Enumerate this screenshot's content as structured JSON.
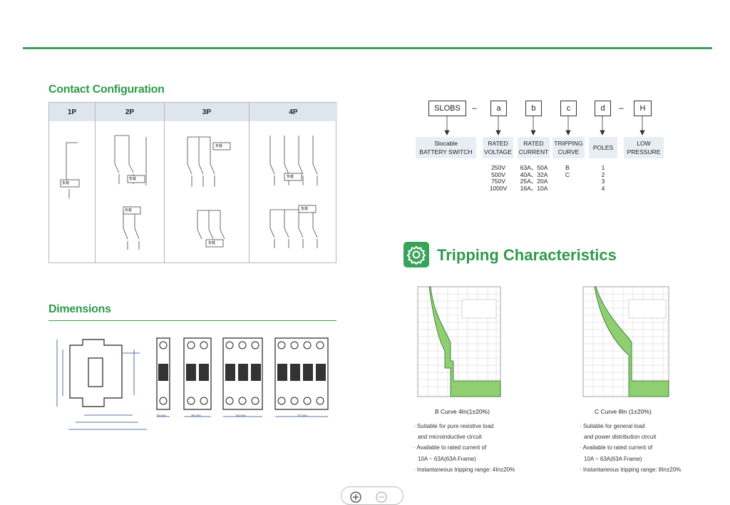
{
  "contact": {
    "title": "Contact Configuration",
    "columns": [
      "1P",
      "2P",
      "3P",
      "4P"
    ],
    "load_label": "负载"
  },
  "dimensions": {
    "title": "Dimensions",
    "widths": [
      "18 mm",
      "36 mm",
      "54 mm",
      "72 mm"
    ]
  },
  "coding": {
    "boxes": [
      "SLOBS",
      "a",
      "b",
      "c",
      "d",
      "H"
    ],
    "dash": "–",
    "labels": [
      [
        "Slocable",
        "BATTERY SWITCH"
      ],
      [
        "RATED",
        "VOLTAGE"
      ],
      [
        "RATED",
        "CURRENT"
      ],
      [
        "TRIPPING",
        "CURVE"
      ],
      [
        "POLES"
      ],
      [
        "LOW",
        "PRESSURE"
      ]
    ],
    "voltage": [
      "250V",
      "500V",
      "750V",
      "1000V"
    ],
    "current": [
      "63A、50A",
      "40A、32A",
      "25A、20A",
      "16A、10A"
    ],
    "curve": [
      "B",
      "C"
    ],
    "poles": [
      "1",
      "2",
      "3",
      "4"
    ]
  },
  "tripping": {
    "title": "Tripping Characteristics",
    "b_caption": "B Curve  4In(1±20%)",
    "c_caption": "C Curve  8In (1±20%)",
    "b_bullets": [
      "· Suitable for pure resistive load",
      "  and microinductive circuit",
      "· Available to rated current of",
      "  10A ~ 63A(63A Frame)",
      "· Instantaneous tripping range: 4In±20%"
    ],
    "c_bullets": [
      "· Suitable for general load",
      "  and power distribution circuit",
      "· Available to rated current  of",
      "  10A ~ 63A(63A Frame)",
      "· Instantaneous tripping range: 8In±20%"
    ]
  },
  "colors": {
    "accent": "#3aa35a",
    "curve_fill": "#8fcf72",
    "header_bg": "#dde6ec"
  },
  "icons": [
    "gear-icon",
    "zoom-in-icon",
    "zoom-out-icon"
  ]
}
